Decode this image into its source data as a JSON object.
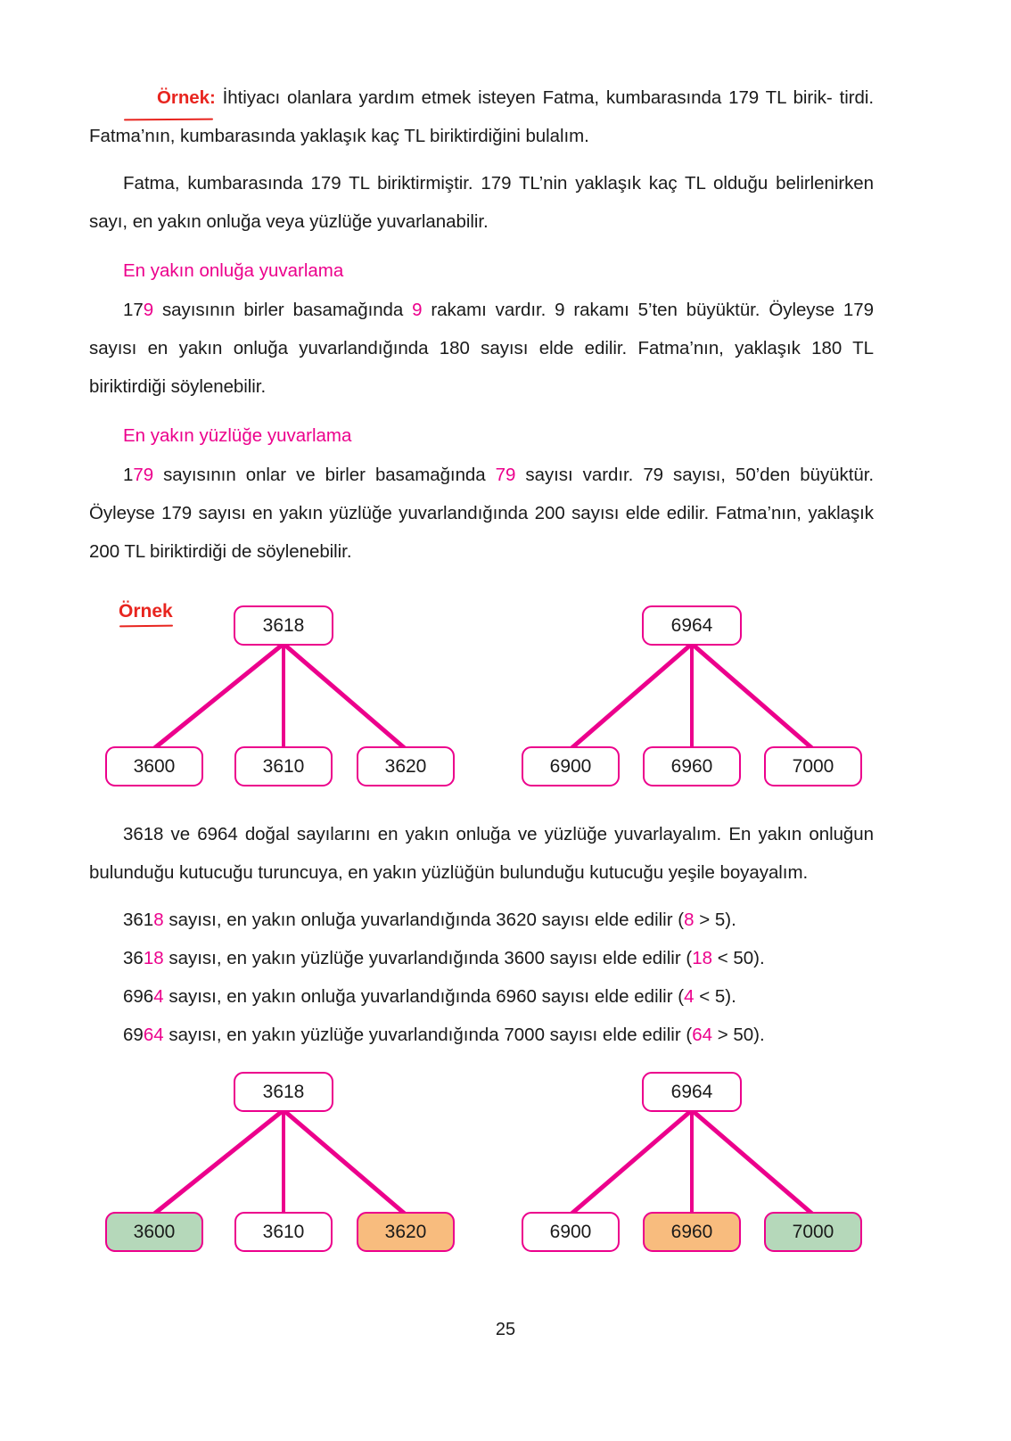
{
  "page": {
    "number": "25",
    "accent_pink": "#ec008c",
    "accent_red": "#e8251f",
    "fill_green": "#b5d8ba",
    "fill_orange": "#f8bc7e"
  },
  "example_intro": {
    "label": "Örnek:",
    "text_line1": " İhtiyacı olanlara yardım etmek isteyen Fatma, kumbarasında 179 TL birik-",
    "text_line2": "tirdi. Fatma’nın, kumbarasında yaklaşık kaç TL biriktirdiğini bulalım."
  },
  "paragraph_explain": "Fatma, kumbarasında 179 TL biriktirmiştir. 179 TL’nin yaklaşık kaç TL olduğu belirlenirken sayı, en yakın onluğa veya yüzlüğe yuvarlanabilir.",
  "section_tens": {
    "heading": "En yakın onluğa yuvarlama",
    "lead_black": "17",
    "lead_pink": "9",
    "body": " sayısının birler basamağında ",
    "digit_pink": "9",
    "body2": " rakamı vardır. 9 rakamı 5’ten büyüktür. Öyleyse 179 sayısı en yakın onluğa yuvarlandığında 180 sayısı elde edilir. Fatma’nın, yaklaşık 180 TL biriktirdiği söylenebilir."
  },
  "section_hundreds": {
    "heading": "En yakın yüzlüğe yuvarlama",
    "lead_black": "1",
    "lead_pink": "79",
    "body": " sayısının onlar ve birler basamağında ",
    "digit_pink": "79",
    "body2": " sayısı vardır. 79 sayısı, 50’den büyüktür. Öyleyse 179 sayısı en yakın yüzlüğe yuvarlandığında 200 sayısı elde edilir. Fatma’nın, yaklaşık 200 TL biriktirdiği de söylenebilir."
  },
  "example2": {
    "label": "Örnek",
    "tree_left": {
      "root": "3618",
      "children": [
        "3600",
        "3610",
        "3620"
      ]
    },
    "tree_right": {
      "root": "6964",
      "children": [
        "6900",
        "6960",
        "7000"
      ]
    }
  },
  "paragraph_task": "3618 ve 6964 doğal sayılarını en yakın onluğa ve yüzlüğe yuvarlayalım. En yakın onluğun bulunduğu kutucuğu turuncuya, en yakın yüzlüğün bulunduğu kutucuğu yeşile boyayalım.",
  "statements": [
    {
      "num_black": "361",
      "num_pink": "8",
      "mid": " sayısı, en yakın onluğa yuvarlandığında 3620 sayısı elde edilir (",
      "cmp_pink": "8",
      "cmp_rest": " > 5)."
    },
    {
      "num_black": "36",
      "num_pink": "18",
      "mid": " sayısı, en yakın yüzlüğe yuvarlandığında 3600 sayısı elde edilir (",
      "cmp_pink": "18",
      "cmp_rest": " < 50)."
    },
    {
      "num_black": "696",
      "num_pink": "4",
      "mid": " sayısı, en yakın onluğa yuvarlandığında 6960 sayısı elde edilir (",
      "cmp_pink": "4",
      "cmp_rest": " < 5)."
    },
    {
      "num_black": "69",
      "num_pink": "64",
      "mid": " sayısı, en yakın yüzlüğe yuvarlandığında 7000 sayısı elde edilir (",
      "cmp_pink": "64",
      "cmp_rest": " > 50)."
    }
  ],
  "example3": {
    "tree_left": {
      "root": "3618",
      "children": [
        {
          "value": "3600",
          "fill": "green"
        },
        {
          "value": "3610",
          "fill": "white"
        },
        {
          "value": "3620",
          "fill": "orange"
        }
      ]
    },
    "tree_right": {
      "root": "6964",
      "children": [
        {
          "value": "6900",
          "fill": "white"
        },
        {
          "value": "6960",
          "fill": "orange"
        },
        {
          "value": "7000",
          "fill": "green"
        }
      ]
    }
  }
}
